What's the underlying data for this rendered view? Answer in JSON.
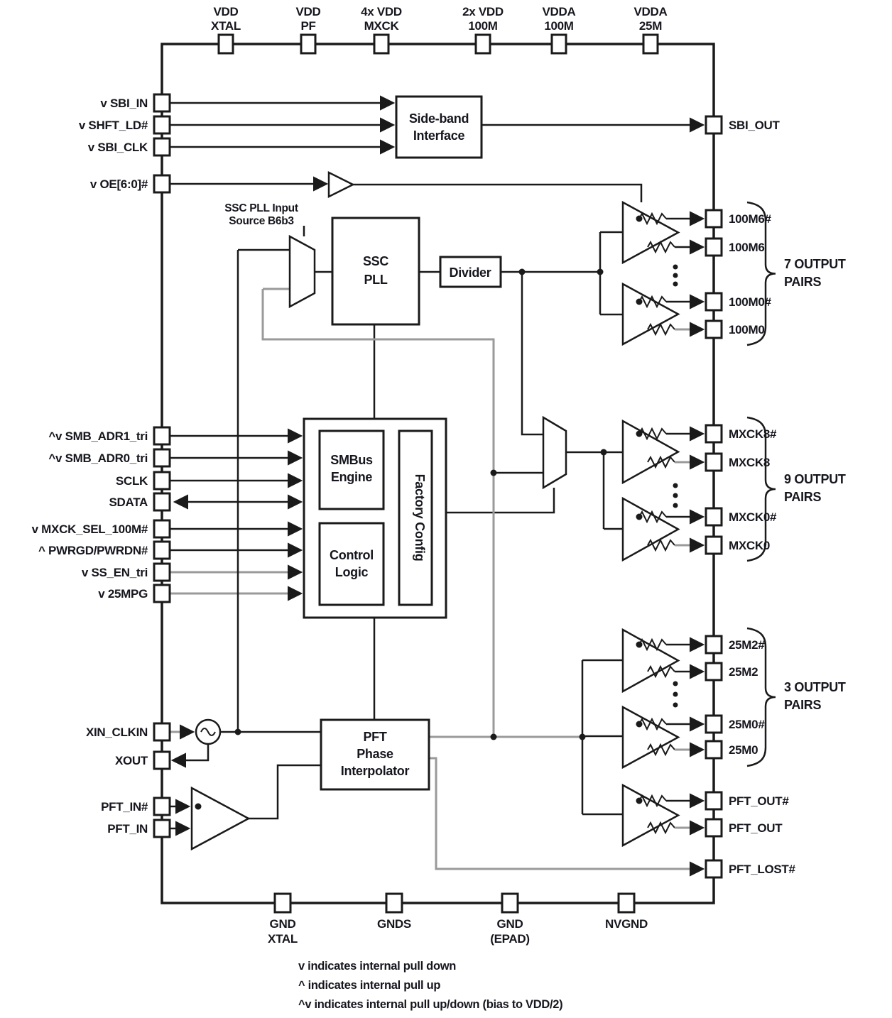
{
  "colors": {
    "line": "#1a1a1a",
    "gray_line": "#9a9a9a",
    "background": "#ffffff"
  },
  "pins": {
    "top": [
      {
        "l1": "VDD",
        "l2": "XTAL"
      },
      {
        "l1": "VDD",
        "l2": "PF"
      },
      {
        "l1": "4x VDD",
        "l2": "MXCK"
      },
      {
        "l1": "2x VDD",
        "l2": "100M"
      },
      {
        "l1": "VDDA",
        "l2": "100M"
      },
      {
        "l1": "VDDA",
        "l2": "25M"
      }
    ],
    "left": [
      {
        "label": "v SBI_IN"
      },
      {
        "label": "v SHFT_LD#"
      },
      {
        "label": "v SBI_CLK"
      },
      {
        "label": "v OE[6:0]#"
      },
      {
        "label": "^v SMB_ADR1_tri"
      },
      {
        "label": "^v SMB_ADR0_tri"
      },
      {
        "label": "SCLK"
      },
      {
        "label": "SDATA"
      },
      {
        "label": "v MXCK_SEL_100M#"
      },
      {
        "label": "^ PWRGD/PWRDN#"
      },
      {
        "label": "v SS_EN_tri"
      },
      {
        "label": "v 25MPG"
      },
      {
        "label": "XIN_CLKIN"
      },
      {
        "label": "XOUT"
      },
      {
        "label": "PFT_IN#"
      },
      {
        "label": "PFT_IN"
      }
    ],
    "right": [
      {
        "label": "SBI_OUT"
      },
      {
        "label": "100M6#"
      },
      {
        "label": "100M6"
      },
      {
        "label": "100M0#"
      },
      {
        "label": "100M0"
      },
      {
        "label": "MXCK8#"
      },
      {
        "label": "MXCK8"
      },
      {
        "label": "MXCK0#"
      },
      {
        "label": "MXCK0"
      },
      {
        "label": "25M2#"
      },
      {
        "label": "25M2"
      },
      {
        "label": "25M0#"
      },
      {
        "label": "25M0"
      },
      {
        "label": "PFT_OUT#"
      },
      {
        "label": "PFT_OUT"
      },
      {
        "label": "PFT_LOST#"
      }
    ],
    "bottom": [
      {
        "l1": "GND",
        "l2": "XTAL"
      },
      {
        "l1": "GNDS",
        "l2": ""
      },
      {
        "l1": "GND",
        "l2": "(EPAD)"
      },
      {
        "l1": "NVGND",
        "l2": ""
      }
    ]
  },
  "blocks": {
    "sideband": {
      "l1": "Side-band",
      "l2": "Interface"
    },
    "ssc_pll": {
      "l1": "SSC",
      "l2": "PLL"
    },
    "divider": {
      "label": "Divider"
    },
    "smbus": {
      "l1": "SMBus",
      "l2": "Engine"
    },
    "control": {
      "l1": "Control",
      "l2": "Logic"
    },
    "factory": {
      "label": "Factory Config"
    },
    "pft": {
      "l1": "PFT",
      "l2": "Phase",
      "l3": "Interpolator"
    }
  },
  "mux_label": {
    "l1": "SSC PLL Input",
    "l2": "Source B6b3"
  },
  "output_groups": [
    {
      "l1": "7 OUTPUT",
      "l2": "PAIRS"
    },
    {
      "l1": "9 OUTPUT",
      "l2": "PAIRS"
    },
    {
      "l1": "3 OUTPUT",
      "l2": "PAIRS"
    }
  ],
  "footnotes": [
    "v indicates internal pull down",
    "^ indicates internal pull up",
    "^v indicates internal pull up/down (bias to VDD/2)"
  ]
}
